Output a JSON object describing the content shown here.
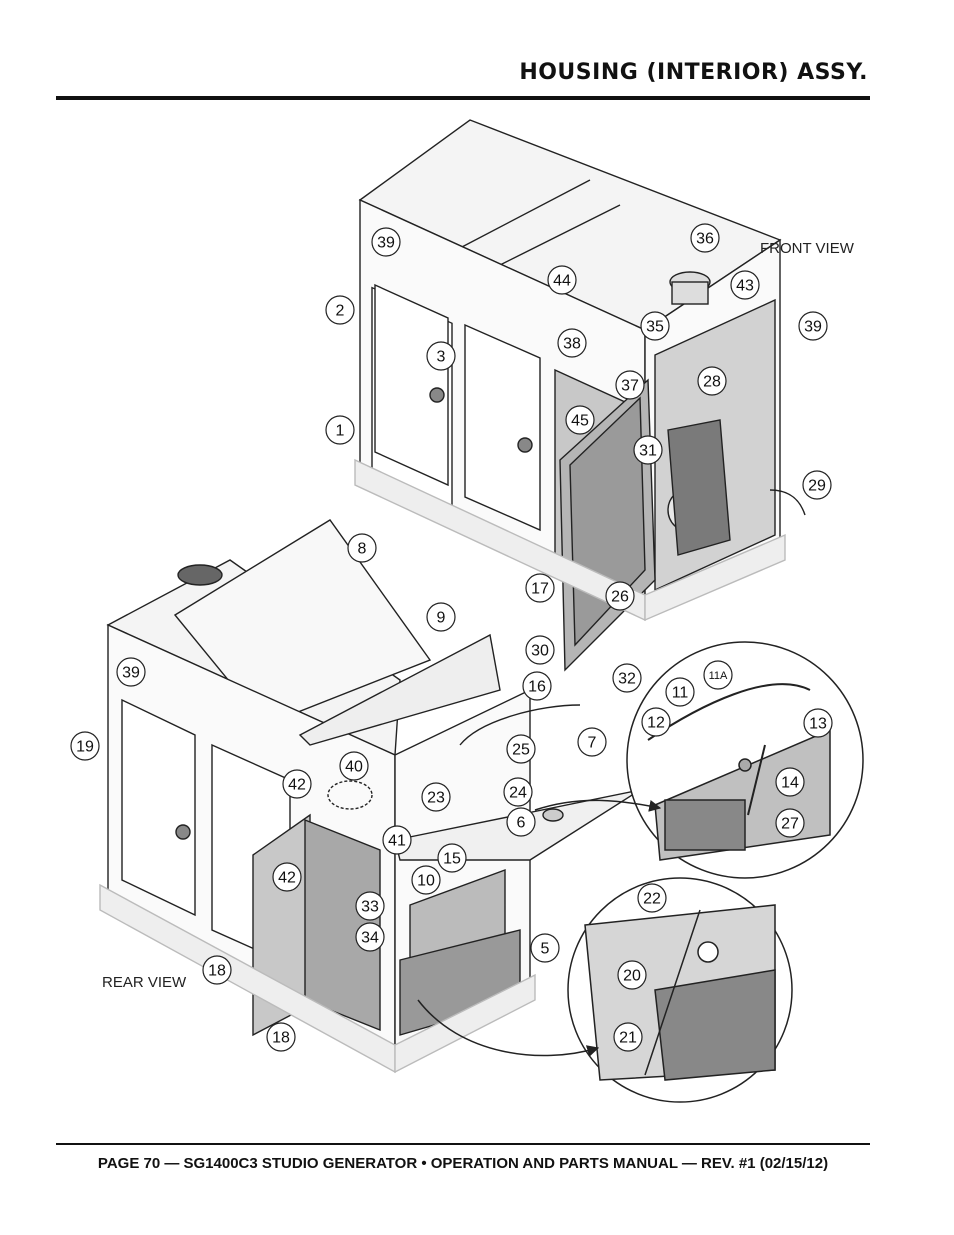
{
  "header": {
    "title": "HOUSING (INTERIOR) ASSY."
  },
  "views": {
    "front": "FRONT VIEW",
    "rear": "REAR VIEW"
  },
  "callouts": [
    "39",
    "2",
    "3",
    "1",
    "36",
    "43",
    "44",
    "35",
    "39",
    "38",
    "37",
    "28",
    "45",
    "31",
    "29",
    "17",
    "26",
    "30",
    "16",
    "8",
    "9",
    "39",
    "19",
    "32",
    "11A",
    "11",
    "12",
    "13",
    "25",
    "7",
    "40",
    "42",
    "23",
    "24",
    "14",
    "6",
    "41",
    "27",
    "15",
    "42",
    "10",
    "33",
    "22",
    "34",
    "5",
    "20",
    "18",
    "18",
    "21"
  ],
  "footer": {
    "text": "PAGE 70 — SG1400C3 STUDIO GENERATOR • OPERATION AND PARTS MANUAL — REV. #1 (02/15/12)"
  }
}
